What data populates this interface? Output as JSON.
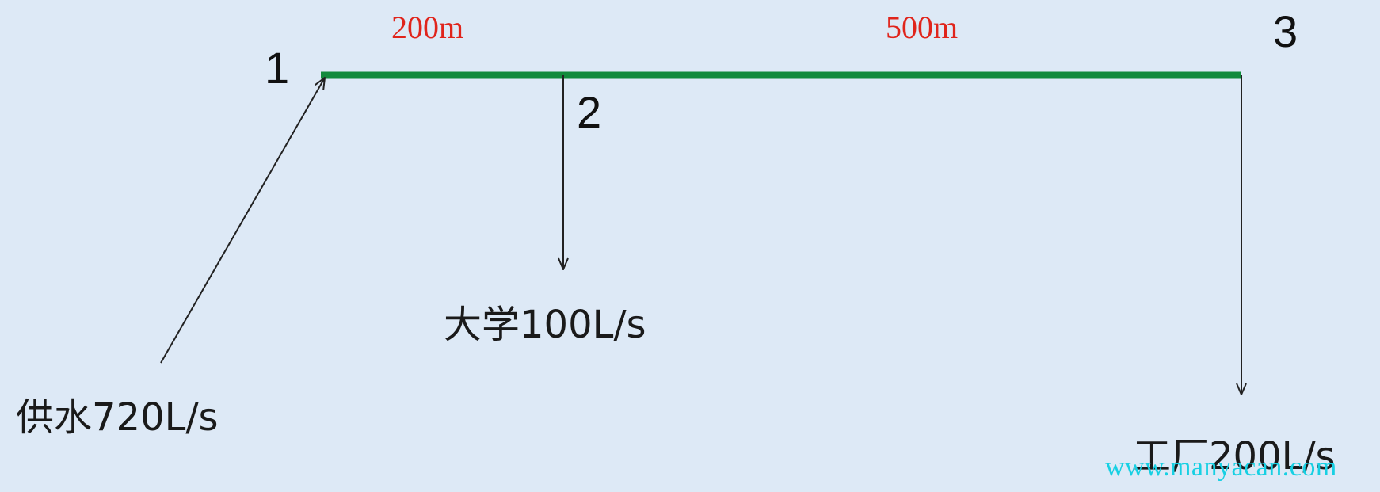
{
  "nodes": {
    "node_1": "1",
    "node_2": "2",
    "node_3": "3"
  },
  "segments": {
    "seg_1_2": "200m",
    "seg_2_3": "500m"
  },
  "flows": {
    "supply": "供水720L/s",
    "university": "大学100L/s",
    "factory": "工厂200L/s"
  },
  "watermark": "www.manyacan.com",
  "colors": {
    "background": "#dde9f6",
    "pipe": "#118a3c",
    "distance_text": "#e0241b",
    "arrow": "#222222",
    "watermark": "#17d0e3"
  }
}
